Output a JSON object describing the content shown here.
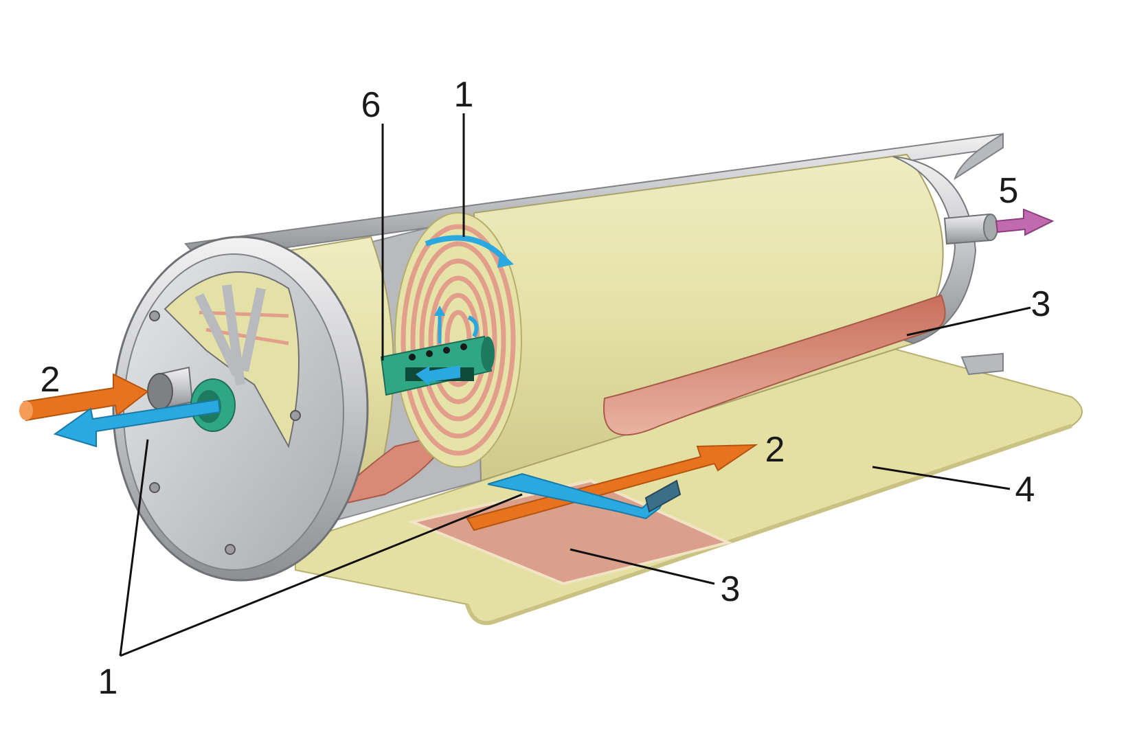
{
  "diagram": {
    "subject": "spiral wound membrane module cutaway",
    "callouts": [
      {
        "id": "c6",
        "label": "6"
      },
      {
        "id": "c1-top",
        "label": "1"
      },
      {
        "id": "c5",
        "label": "5"
      },
      {
        "id": "c3-right",
        "label": "3"
      },
      {
        "id": "c2-left",
        "label": "2"
      },
      {
        "id": "c2-right",
        "label": "2"
      },
      {
        "id": "c4",
        "label": "4"
      },
      {
        "id": "c3-bottom",
        "label": "3"
      },
      {
        "id": "c1-bottom",
        "label": "1"
      }
    ],
    "colors": {
      "housing_silver": "#c9cacc",
      "membrane_yellow": "#e4e1a6",
      "spacer_salmon": "#e5a48f",
      "tube_green": "#2fa784",
      "feed_orange": "#e8731e",
      "concentrate_blue": "#2aa8e0",
      "permeate_purple": "#c26ab0"
    },
    "icons": [
      "feed-arrow-icon",
      "concentrate-arrow-icon",
      "permeate-arrow-icon",
      "flow-arrow-icon"
    ]
  }
}
